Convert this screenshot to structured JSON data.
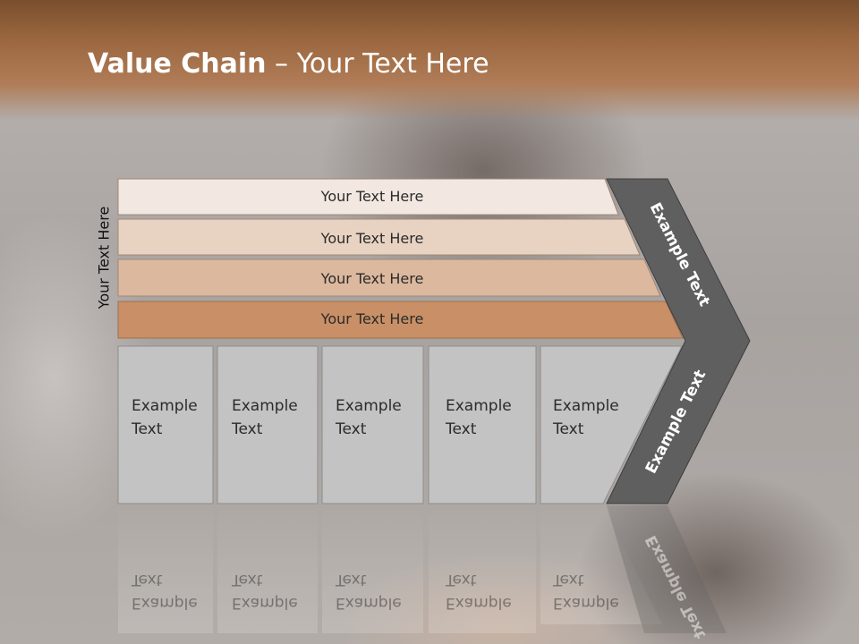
{
  "slide": {
    "title_bold": "Value Chain",
    "title_rest": " – Your Text Here",
    "side_label": "Your Text Here"
  },
  "bars": [
    {
      "label": "Your Text Here",
      "color": "#f2e8e1"
    },
    {
      "label": "Your Text Here",
      "color": "#e8d3c2"
    },
    {
      "label": "Your Text Here",
      "color": "#dcb89e"
    },
    {
      "label": "Your Text Here",
      "color": "#c98f66"
    }
  ],
  "columns": [
    {
      "line1": "Example",
      "line2": "Text"
    },
    {
      "line1": "Example",
      "line2": "Text"
    },
    {
      "line1": "Example",
      "line2": "Text"
    },
    {
      "line1": "Example",
      "line2": "Text"
    },
    {
      "line1": "Example",
      "line2": "Text"
    }
  ],
  "chevron": {
    "upper_text": "Example Text",
    "lower_text": "Example Text",
    "color": "#5f5f5f"
  },
  "colors": {
    "column_fill": "#c3c3c3",
    "column_stroke": "#8e8e8e"
  }
}
